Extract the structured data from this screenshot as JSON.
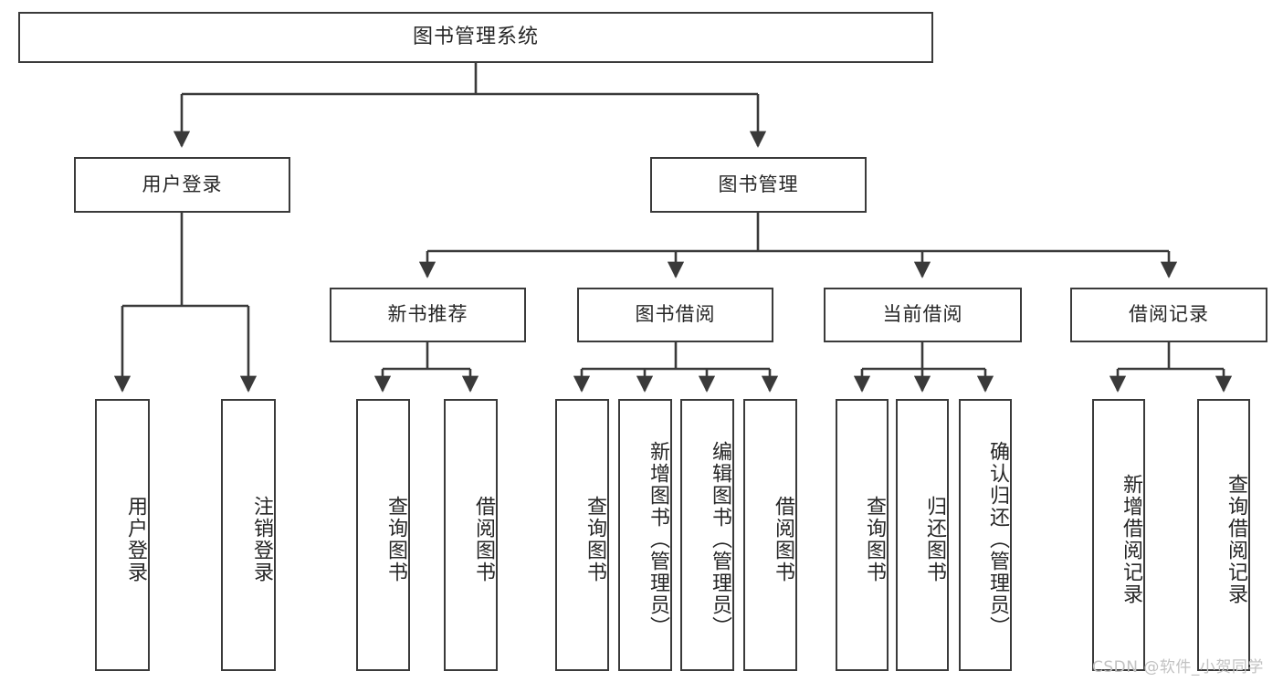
{
  "diagram": {
    "title": "图书管理系统",
    "type": "hierarchy-tree",
    "watermark": "CSDN @软件_小贺同学",
    "accent_color": "#3a3a3a",
    "background_color": "#ffffff",
    "nodes": {
      "root": {
        "label": "图书管理系统",
        "level": 0
      },
      "level1": [
        {
          "id": "user-login",
          "label": "用户登录"
        },
        {
          "id": "book-manage",
          "label": "图书管理"
        }
      ],
      "level2": [
        {
          "id": "new-book-recommend",
          "label": "新书推荐",
          "parent": "book-manage"
        },
        {
          "id": "book-borrow",
          "label": "图书借阅",
          "parent": "book-manage"
        },
        {
          "id": "current-borrow",
          "label": "当前借阅",
          "parent": "book-manage"
        },
        {
          "id": "borrow-record",
          "label": "借阅记录",
          "parent": "book-manage"
        }
      ],
      "leaves": [
        {
          "id": "leaf-user-login",
          "label": "用户登录",
          "parent": "user-login"
        },
        {
          "id": "leaf-logout-login",
          "label": "注销登录",
          "parent": "user-login"
        },
        {
          "id": "leaf-query-book-1",
          "label": "查询图书",
          "parent": "new-book-recommend"
        },
        {
          "id": "leaf-borrow-book-1",
          "label": "借阅图书",
          "parent": "new-book-recommend"
        },
        {
          "id": "leaf-query-book-2",
          "label": "查询图书",
          "parent": "book-borrow"
        },
        {
          "id": "leaf-add-book",
          "label": "新增图书（管理员）",
          "parent": "book-borrow"
        },
        {
          "id": "leaf-edit-book",
          "label": "编辑图书（管理员）",
          "parent": "book-borrow"
        },
        {
          "id": "leaf-borrow-book-2",
          "label": "借阅图书",
          "parent": "book-borrow"
        },
        {
          "id": "leaf-query-book-3",
          "label": "查询图书",
          "parent": "current-borrow"
        },
        {
          "id": "leaf-return-book",
          "label": "归还图书",
          "parent": "current-borrow"
        },
        {
          "id": "leaf-confirm-return",
          "label": "确认归还（管理员）",
          "parent": "current-borrow"
        },
        {
          "id": "leaf-add-record",
          "label": "新增借阅记录",
          "parent": "borrow-record"
        },
        {
          "id": "leaf-query-record",
          "label": "查询借阅记录",
          "parent": "borrow-record"
        }
      ]
    }
  }
}
